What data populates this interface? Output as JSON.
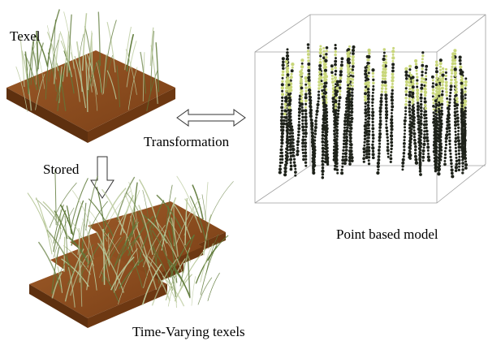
{
  "labels": {
    "texel": "Texel",
    "transformation": "Transformation",
    "stored": "Stored",
    "point_based_model": "Point based model",
    "time_varying_texels": "Time-Varying texels"
  },
  "colors": {
    "soil_top": "#8a4a1c",
    "soil_side": "#5e300f",
    "grass_light": "#b8c89a",
    "grass_dark": "#5f7a3a",
    "point_dark": "#1e221a",
    "point_light": "#c8d67a",
    "box_line": "#9a9a9a"
  }
}
